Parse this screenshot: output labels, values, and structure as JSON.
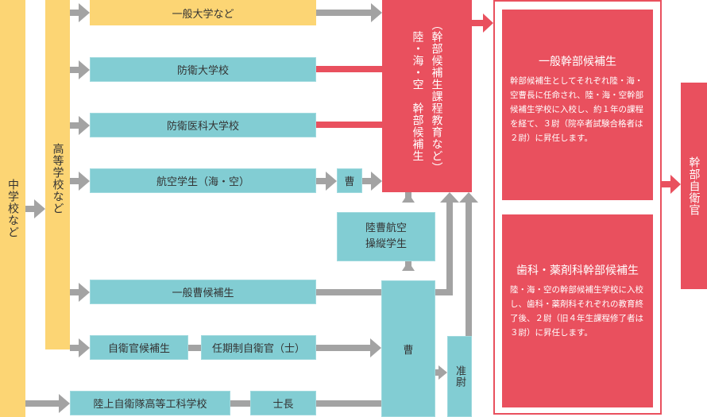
{
  "colors": {
    "school": "#fcd574",
    "path": "#82cdd3",
    "officer": "#e9505e",
    "arrow": "#a3a3a3"
  },
  "start": {
    "junior_high": "中学校など",
    "high_school": "高等学校など"
  },
  "paths": {
    "general_university": "一般大学など",
    "defense_academy": "防衛大学校",
    "defense_medical": "防衛医科大学校",
    "aviation_student": "航空学生（海・空）",
    "sergeant_small": "曹",
    "gsdf_pilot": "陸曹航空\n操縦学生",
    "general_nco_candidate": "一般曹候補生",
    "sdf_candidate": "自衛官候補生",
    "fixed_term": "任期制自衛官（士）",
    "gsdf_high_tech_school": "陸上自衛隊高等工科学校",
    "leading_private": "士長",
    "sergeant": "曹",
    "warrant_officer": "准尉"
  },
  "ocs": {
    "title": "陸・海・空　幹部候補生",
    "subtitle": "（幹部候補生課程教育など）"
  },
  "panels": [
    {
      "title": "一般幹部候補生",
      "body": "幹部候補生としてそれぞれ陸・海・空曹長に任命され、陸・海・空幹部候補生学校に入校し、約１年の課程を経て、３尉（院卒者試験合格者は２尉）に昇任します。"
    },
    {
      "title": "歯科・薬剤科幹部候補生",
      "body": "陸・海・空の幹部候補生学校に入校し、歯科・薬剤科それぞれの教育終了後、２尉（旧４年生課程修了者は３尉）に昇任します。"
    }
  ],
  "result": {
    "label": "幹部自衛官"
  }
}
